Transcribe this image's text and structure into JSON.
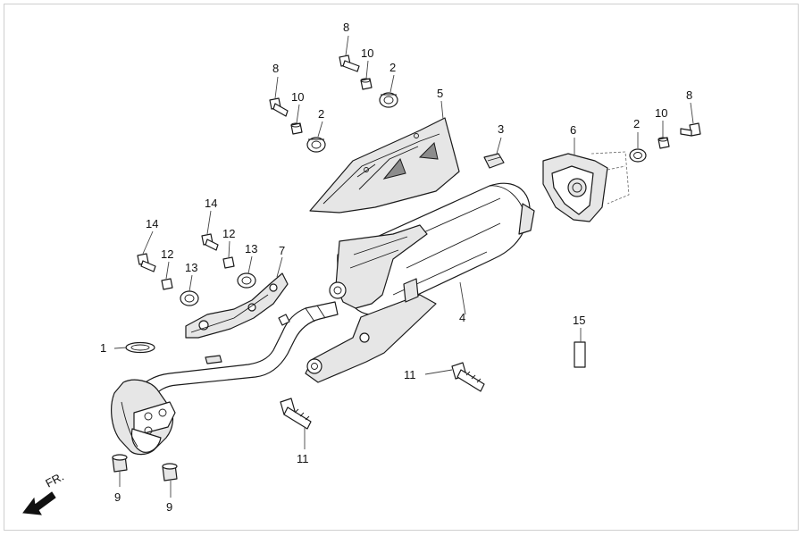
{
  "callouts": [
    {
      "id": "c-1",
      "label": "1"
    },
    {
      "id": "c-2a",
      "label": "2"
    },
    {
      "id": "c-2b",
      "label": "2"
    },
    {
      "id": "c-2c",
      "label": "2"
    },
    {
      "id": "c-3",
      "label": "3"
    },
    {
      "id": "c-4",
      "label": "4"
    },
    {
      "id": "c-5",
      "label": "5"
    },
    {
      "id": "c-6",
      "label": "6"
    },
    {
      "id": "c-7",
      "label": "7"
    },
    {
      "id": "c-8a",
      "label": "8"
    },
    {
      "id": "c-8b",
      "label": "8"
    },
    {
      "id": "c-8c",
      "label": "8"
    },
    {
      "id": "c-9a",
      "label": "9"
    },
    {
      "id": "c-9b",
      "label": "9"
    },
    {
      "id": "c-10a",
      "label": "10"
    },
    {
      "id": "c-10b",
      "label": "10"
    },
    {
      "id": "c-10c",
      "label": "10"
    },
    {
      "id": "c-11a",
      "label": "11"
    },
    {
      "id": "c-11b",
      "label": "11"
    },
    {
      "id": "c-12a",
      "label": "12"
    },
    {
      "id": "c-12b",
      "label": "12"
    },
    {
      "id": "c-13a",
      "label": "13"
    },
    {
      "id": "c-13b",
      "label": "13"
    },
    {
      "id": "c-14a",
      "label": "14"
    },
    {
      "id": "c-14b",
      "label": "14"
    },
    {
      "id": "c-15",
      "label": "15"
    }
  ],
  "direction_label": "FR."
}
